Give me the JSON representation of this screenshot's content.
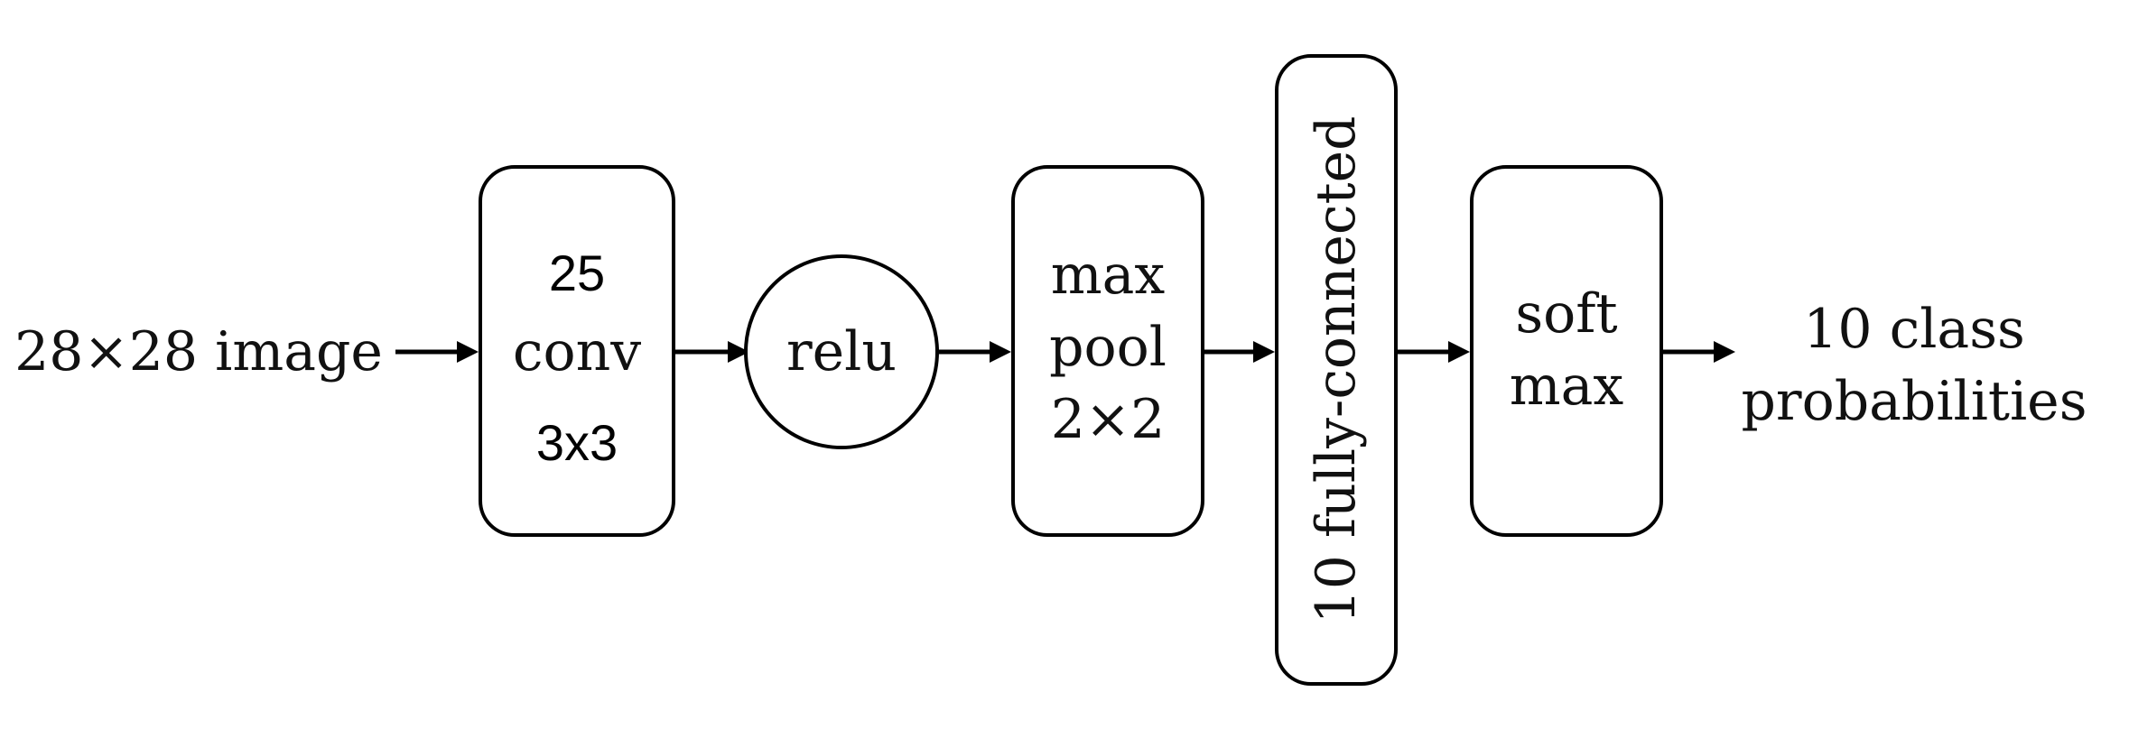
{
  "input_label": "28×28 image",
  "conv": {
    "top": "25",
    "mid": "conv",
    "bottom": "3x3"
  },
  "relu": "relu",
  "pool": {
    "line1": "max",
    "line2": "pool",
    "line3": "2×2"
  },
  "fc": "10 fully-connected",
  "softmax": {
    "line1": "soft",
    "line2": "max"
  },
  "output_label": {
    "line1": "10 class",
    "line2": "probabilities"
  }
}
